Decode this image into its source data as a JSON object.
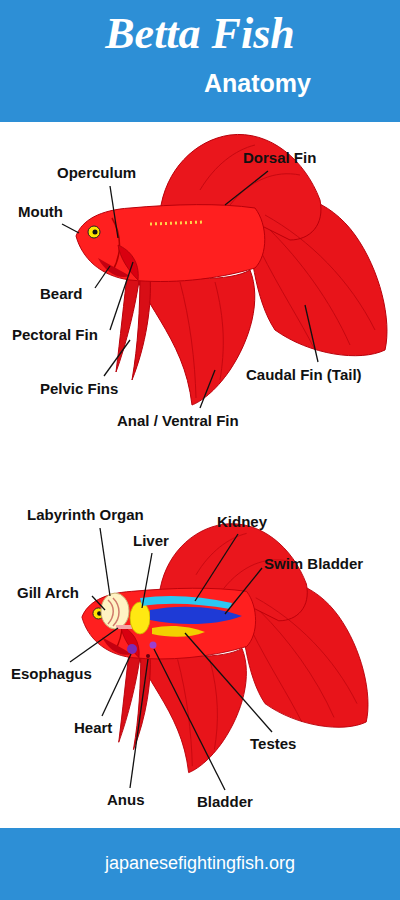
{
  "diagram": {
    "nodes": [
      {
        "text": [
          "Betta Fish",
          "Anatomy"
        ]
      },
      {
        "text": [
          "japanesefightingfish.org"
        ]
      }
    ],
    "labels": [
      "Dorsal Fin",
      "Operculum",
      "Mouth",
      "Beard",
      "Pectoral Fin",
      "Caudal Fin (Tail)",
      "Pelvic Fins",
      "Anal / Ventral Fin",
      "Labyrinth Organ",
      "Kidney",
      "Liver",
      "Swim Bladder",
      "Gill Arch",
      "Esophagus",
      "Heart",
      "Testes",
      "Anus",
      "Bladder"
    ]
  }
}
